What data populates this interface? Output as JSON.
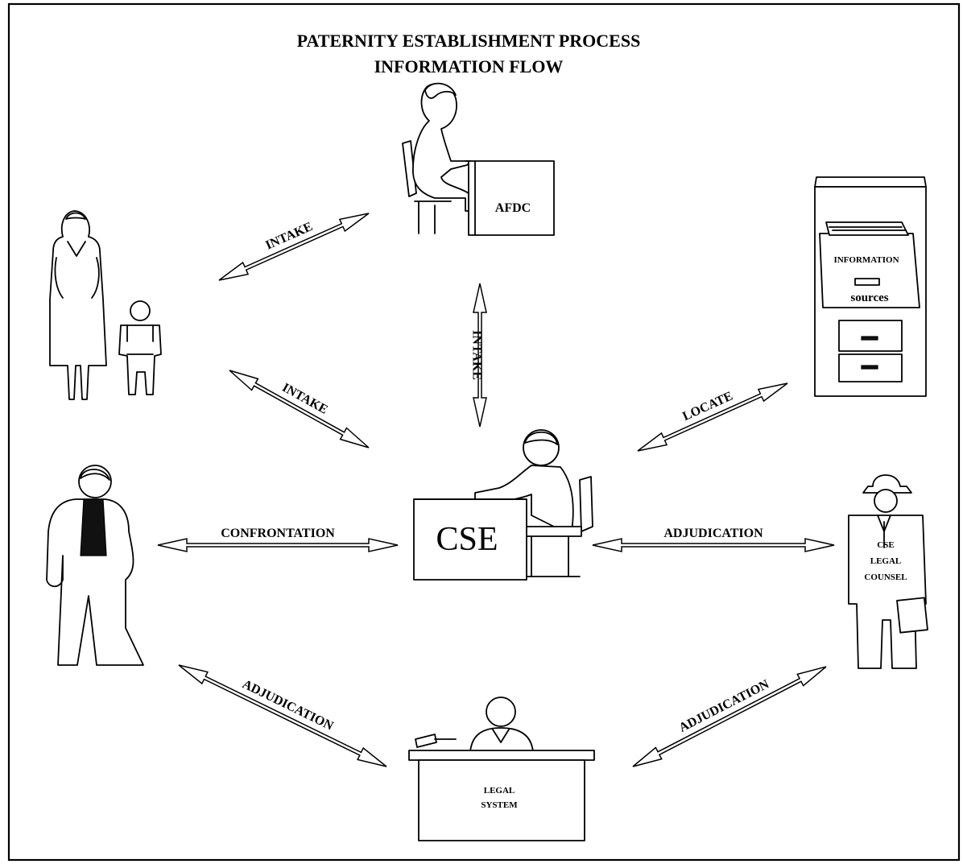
{
  "title": {
    "line1": "PATERNITY ESTABLISHMENT PROCESS",
    "line2": "INFORMATION FLOW"
  },
  "nodes": {
    "afdc": "AFDC",
    "information_sources": {
      "line1": "INFORMATION",
      "line2": "sources"
    },
    "cse": "CSE",
    "cse_legal_counsel": {
      "line1": "CSE",
      "line2": "LEGAL",
      "line3": "COUNSEL"
    },
    "legal_system": {
      "line1": "LEGAL",
      "line2": "SYSTEM"
    }
  },
  "flows": {
    "mother_afdc": "INTAKE",
    "afdc_cse": "INTAKE",
    "mother_cse": "INTAKE",
    "info_cse": "LOCATE",
    "father_cse": "CONFRONTATION",
    "cse_counsel": "ADJUDICATION",
    "father_legal": "ADJUDICATION",
    "counsel_legal": "ADJUDICATION"
  }
}
